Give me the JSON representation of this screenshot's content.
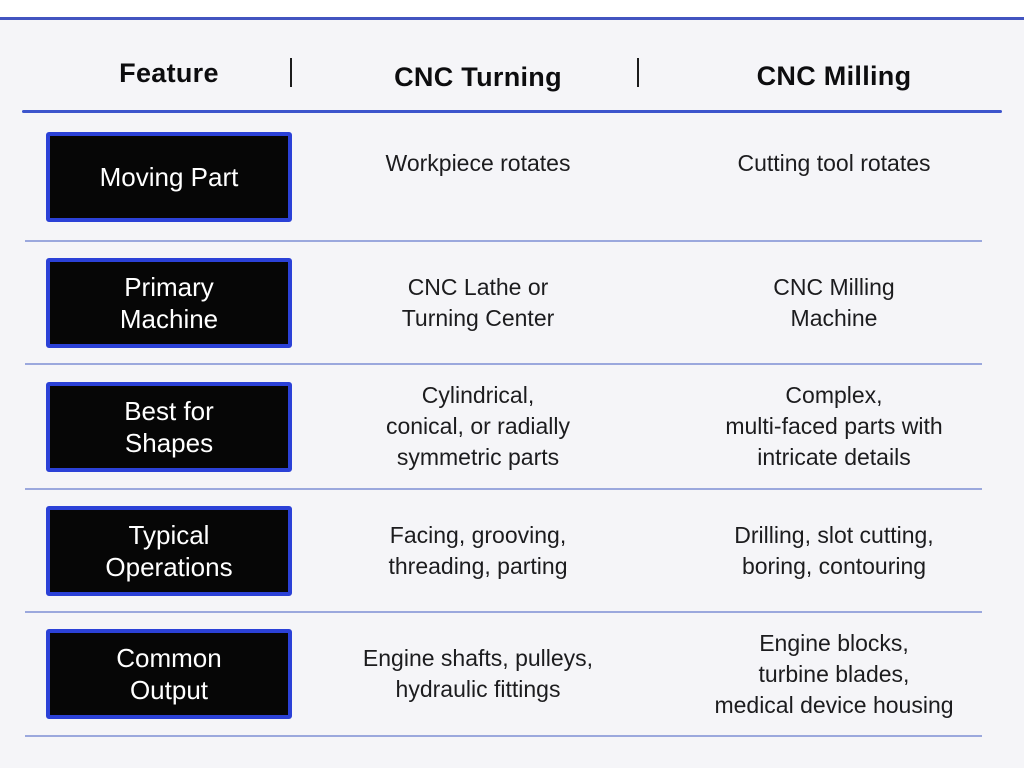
{
  "header": {
    "feature_label": "Feature",
    "turning_label": "CNC Turning",
    "milling_label": "CNC Milling"
  },
  "rows": [
    {
      "feature": "Moving Part",
      "turning": "Workpiece rotates",
      "milling": "Cutting tool rotates"
    },
    {
      "feature": "Primary\nMachine",
      "turning": "CNC Lathe or\nTurning Center",
      "milling": "CNC Milling\nMachine"
    },
    {
      "feature": "Best for\nShapes",
      "turning": "Cylindrical,\nconical, or radially\nsymmetric parts",
      "milling": "Complex,\nmulti-faced parts with\nintricate details"
    },
    {
      "feature": "Typical\nOperations",
      "turning": "Facing, grooving,\nthreading, parting",
      "milling": "Drilling, slot cutting,\nboring, contouring"
    },
    {
      "feature": "Common\nOutput",
      "turning": "Engine shafts, pulleys,\nhydraulic fittings",
      "milling": "Engine blocks,\nturbine blades,\nmedical device housing"
    }
  ],
  "colors": {
    "background": "#f5f5f8",
    "top_rule": "#4254c0",
    "header_rule": "#3d55cc",
    "row_rule": "#9ba8dd",
    "badge_border": "#2b41d7",
    "badge_background": "#060606",
    "badge_text": "#ffffff",
    "body_text": "#1c1c1e",
    "header_text": "#0d0d0f"
  }
}
